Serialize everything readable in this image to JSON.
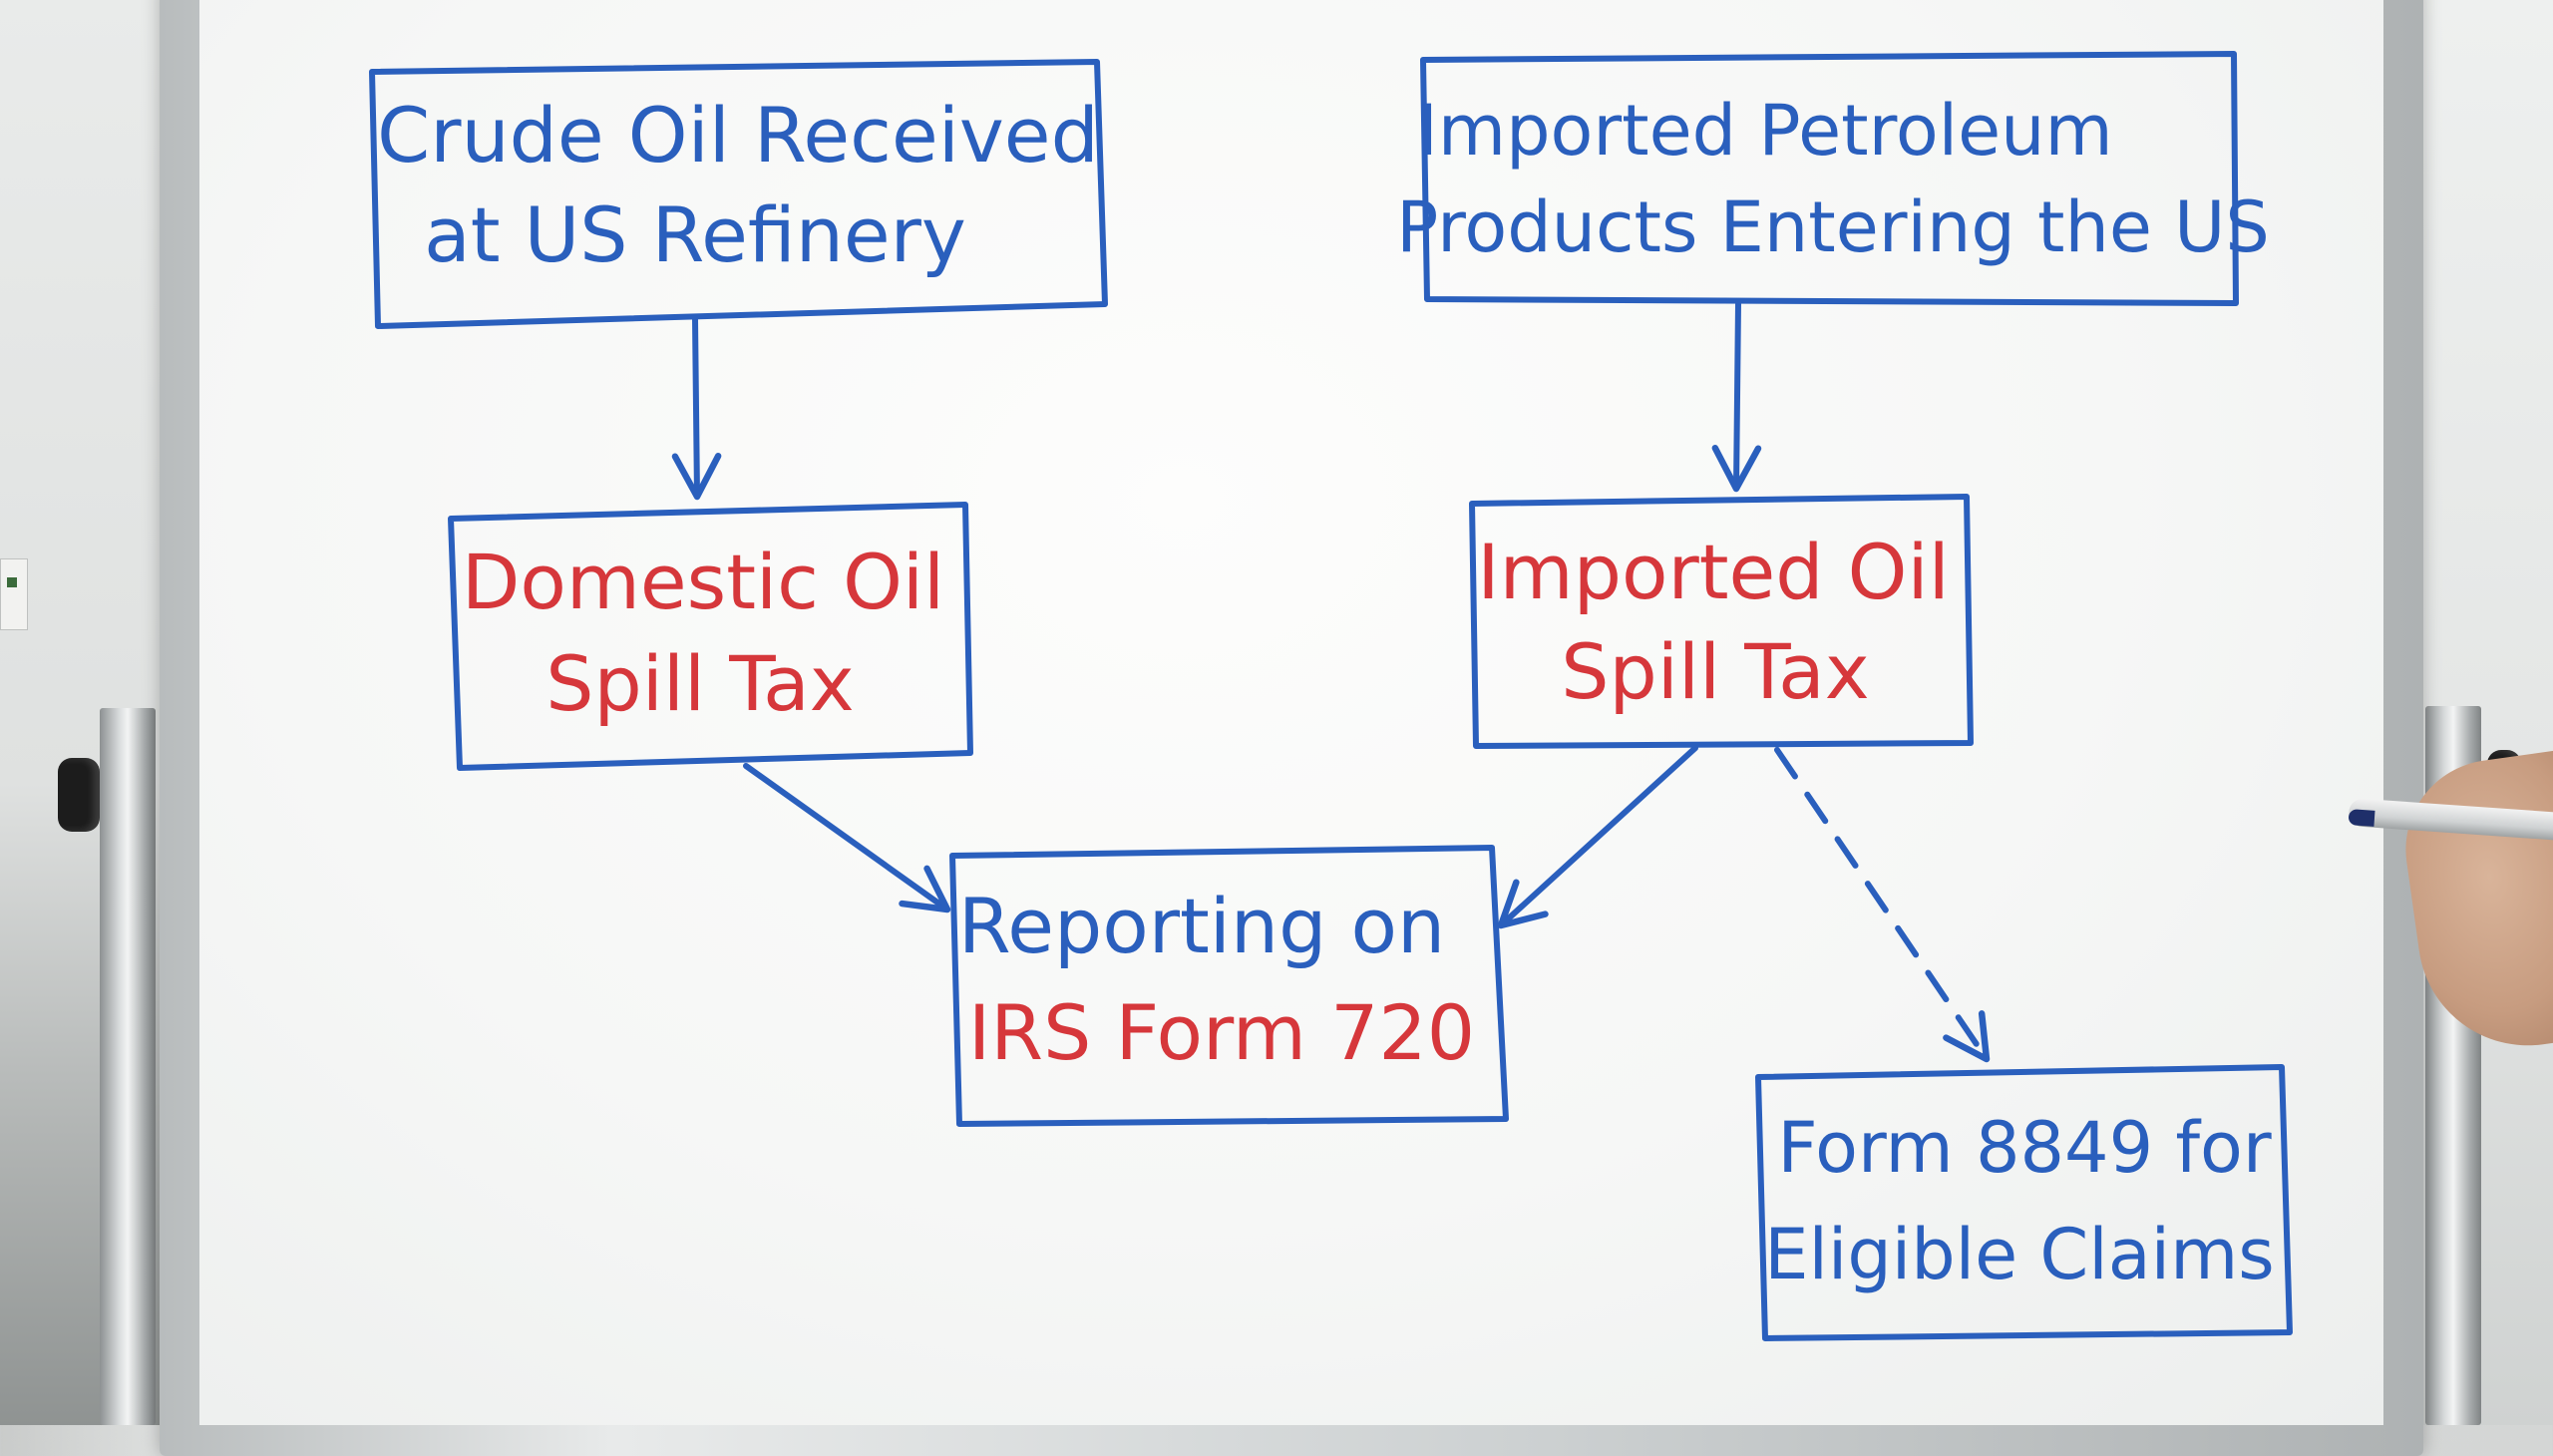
{
  "diagram": {
    "nodes": [
      {
        "id": "crude-oil",
        "lines": [
          "Crude Oil Received",
          "at US Refinery"
        ],
        "color": "#2a5fbd"
      },
      {
        "id": "imported-products",
        "lines": [
          "Imported Petroleum",
          "Products Entering the US"
        ],
        "color": "#2a5fbd"
      },
      {
        "id": "domestic-tax",
        "lines": [
          "Domestic Oil",
          "Spill Tax"
        ],
        "color": "#d6373b"
      },
      {
        "id": "imported-tax",
        "lines": [
          "Imported Oil",
          "Spill Tax"
        ],
        "color": "#d6373b"
      },
      {
        "id": "form-720",
        "lines": [
          "Reporting on",
          "IRS Form 720"
        ],
        "colors": [
          "#2a5fbd",
          "#d6373b"
        ]
      },
      {
        "id": "form-8849",
        "lines": [
          "Form 8849 for",
          "Eligible Claims"
        ],
        "color": "#2a5fbd"
      }
    ],
    "edges": [
      {
        "from": "crude-oil",
        "to": "domestic-tax",
        "style": "solid"
      },
      {
        "from": "imported-products",
        "to": "imported-tax",
        "style": "solid"
      },
      {
        "from": "domestic-tax",
        "to": "form-720",
        "style": "solid"
      },
      {
        "from": "imported-tax",
        "to": "form-720",
        "style": "solid"
      },
      {
        "from": "imported-tax",
        "to": "form-8849",
        "style": "dashed"
      }
    ],
    "box_color": "#2a5fbd",
    "arrow_color": "#2a5fbd"
  }
}
